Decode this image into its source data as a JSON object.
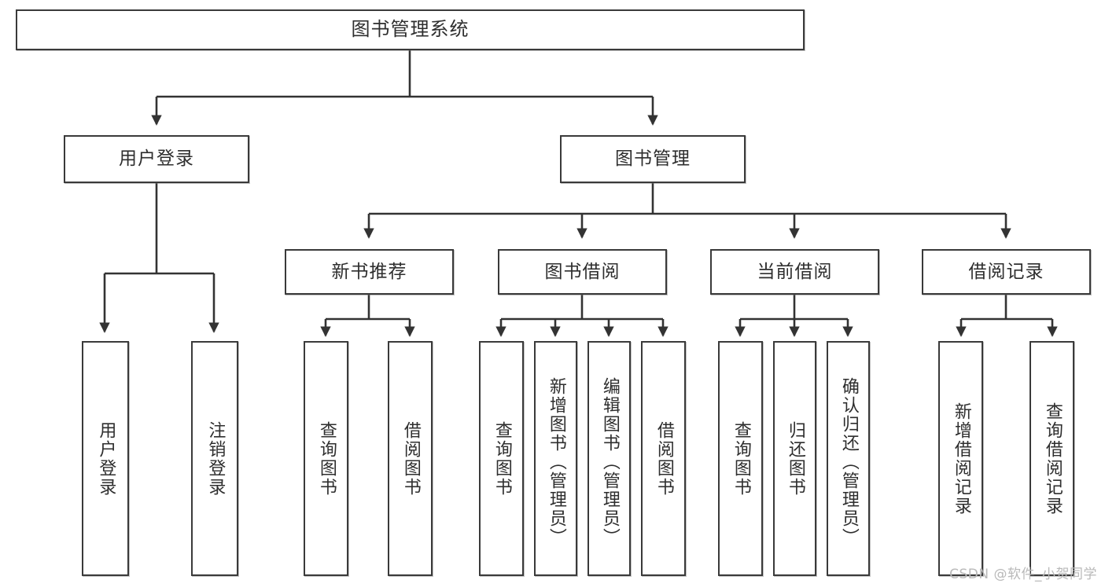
{
  "diagram": {
    "title": "图书管理系统",
    "type": "tree-structure-chart",
    "watermark": "CSDN @软件_小贺同学",
    "colors": {
      "stroke": "#3a3a3a",
      "text": "#2e2e2e",
      "background": "#ffffff",
      "watermark": "#b9b9b9"
    },
    "root": {
      "label": "图书管理系统"
    },
    "level2": [
      {
        "label": "用户登录"
      },
      {
        "label": "图书管理"
      }
    ],
    "level3": [
      {
        "label": "新书推荐"
      },
      {
        "label": "图书借阅"
      },
      {
        "label": "当前借阅"
      },
      {
        "label": "借阅记录"
      }
    ],
    "leaves": {
      "user_login": [
        {
          "label": "用户登录"
        },
        {
          "label": "注销登录"
        }
      ],
      "new_book_recommend": [
        {
          "label": "查询图书"
        },
        {
          "label": "借阅图书"
        }
      ],
      "book_borrow": [
        {
          "label": "查询图书"
        },
        {
          "label": "新增图书（管理员）"
        },
        {
          "label": "编辑图书（管理员）"
        },
        {
          "label": "借阅图书"
        }
      ],
      "current_borrow": [
        {
          "label": "查询图书"
        },
        {
          "label": "归还图书"
        },
        {
          "label": "确认归还（管理员）"
        }
      ],
      "borrow_record": [
        {
          "label": "新增借阅记录"
        },
        {
          "label": "查询借阅记录"
        }
      ]
    }
  }
}
